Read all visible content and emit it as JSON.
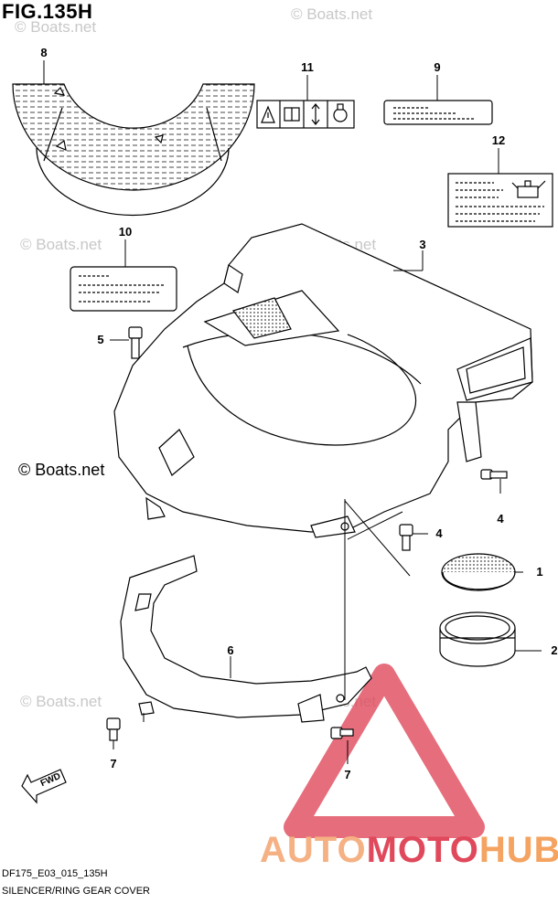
{
  "figure": {
    "title": "FIG.135H",
    "code": "DF175_E03_015_135H",
    "description": "SILENCER/RING GEAR COVER"
  },
  "watermark": {
    "text": "© Boats.net"
  },
  "callouts": [
    "1",
    "2",
    "3",
    "4",
    "4",
    "5",
    "6",
    "7",
    "7",
    "8",
    "9",
    "10",
    "11",
    "12"
  ],
  "fwd_label": "FWD",
  "brand": {
    "part1": "AUTO",
    "part2": "MOTO",
    "part3": "HUB"
  },
  "colors": {
    "line": "#000000",
    "watermark": "#c8c8c8",
    "brand_auto": "#f5b183",
    "brand_moto": "#e0495b",
    "brand_hub": "#f4a360",
    "triangle": "#e0495b"
  },
  "icons": [
    "warning-triangle-icon",
    "manual-book-icon",
    "up-down-arrow-icon",
    "oil-filler-icon",
    "oil-can-icon",
    "fwd-arrow-icon"
  ]
}
